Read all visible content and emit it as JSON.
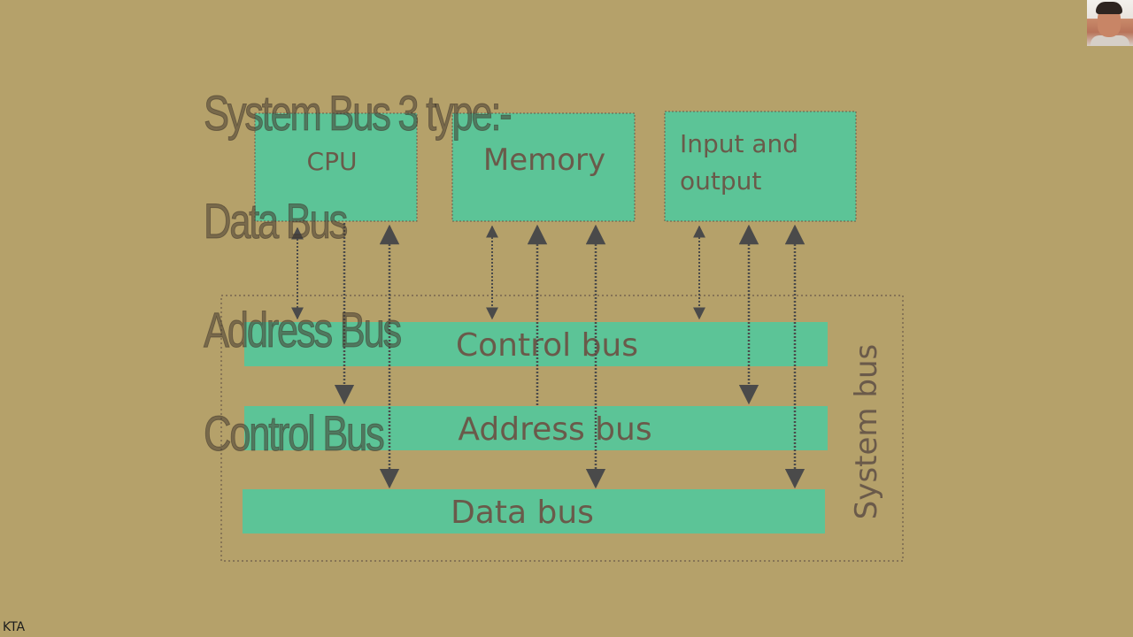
{
  "heading": {
    "title": "System Bus 3 type:-",
    "items": [
      "Data Bus",
      "Address Bus",
      "Control Bus"
    ]
  },
  "diagram": {
    "components": [
      "CPU",
      "Memory",
      "Input and\noutput"
    ],
    "buses": [
      "Control bus",
      "Address bus",
      "Data bus"
    ],
    "group_label": "System bus"
  },
  "colors": {
    "background": "#b5a16a",
    "box_fill": "#5cc497",
    "text": "#6a5a4a",
    "arrow": "#4a4a4a"
  },
  "watermark": "KTA"
}
